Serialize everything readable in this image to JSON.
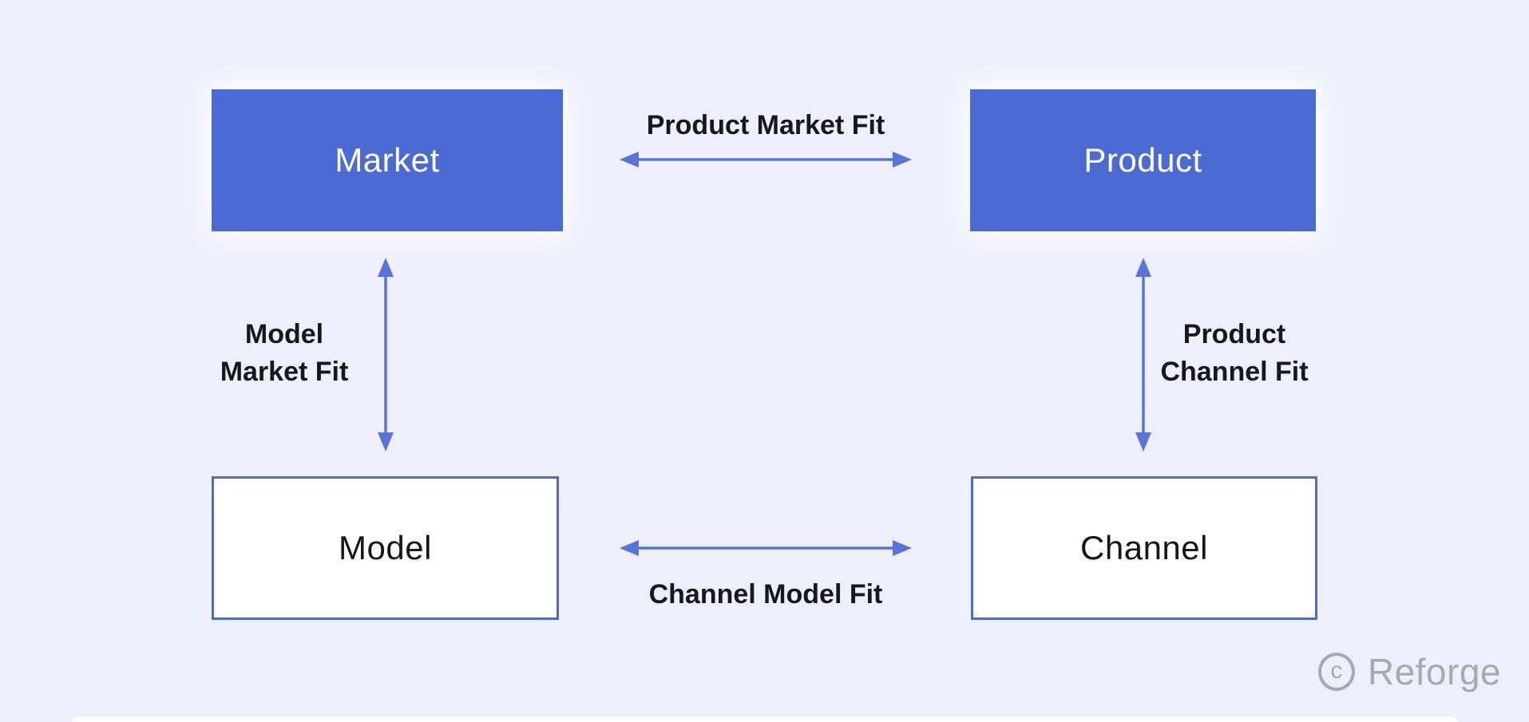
{
  "theme": {
    "background": "#EDEFFC",
    "node_fill": "#4C6AD4",
    "node_border": "#4C6AD4",
    "node_text_light": "#FFFFFF",
    "node_text_dark": "#15161B",
    "arrow": "#5A73DA",
    "label_text": "#17181D",
    "watermark_gray": "#A6A8B4"
  },
  "diagram": {
    "nodes": {
      "market": {
        "label": "Market",
        "style": "filled"
      },
      "product": {
        "label": "Product",
        "style": "filled"
      },
      "model": {
        "label": "Model",
        "style": "outlined"
      },
      "channel": {
        "label": "Channel",
        "style": "outlined"
      }
    },
    "relationships": {
      "product_market": {
        "label": "Product Market Fit",
        "between": "Market ↔ Product"
      },
      "model_market": {
        "line1": "Model",
        "line2": "Market Fit",
        "between": "Market ↔ Model"
      },
      "product_channel": {
        "line1": "Product",
        "line2": "Channel Fit",
        "between": "Product ↔ Channel"
      },
      "channel_model": {
        "label": "Channel Model Fit",
        "between": "Model ↔ Channel"
      }
    }
  },
  "watermark": {
    "symbol": "c",
    "text": "Reforge"
  }
}
